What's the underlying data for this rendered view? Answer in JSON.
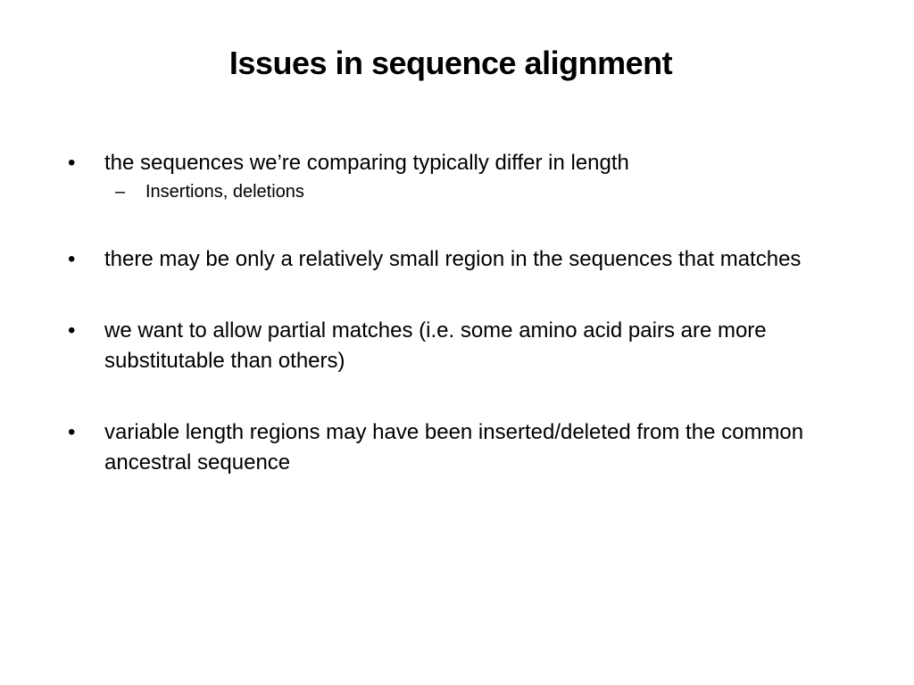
{
  "slide": {
    "title": "Issues in sequence alignment",
    "bullets": [
      {
        "text": "the sequences we’re comparing typically differ in length",
        "sub": [
          "Insertions, deletions"
        ]
      },
      {
        "text": "there may be only a relatively small region in the sequences that matches"
      },
      {
        "text": "we want to allow partial matches (i.e. some amino acid pairs are more substitutable than others)"
      },
      {
        "text": "variable length regions may have been inserted/deleted from the common ancestral sequence"
      }
    ],
    "bullet_marker": "•",
    "sub_marker": "–"
  }
}
